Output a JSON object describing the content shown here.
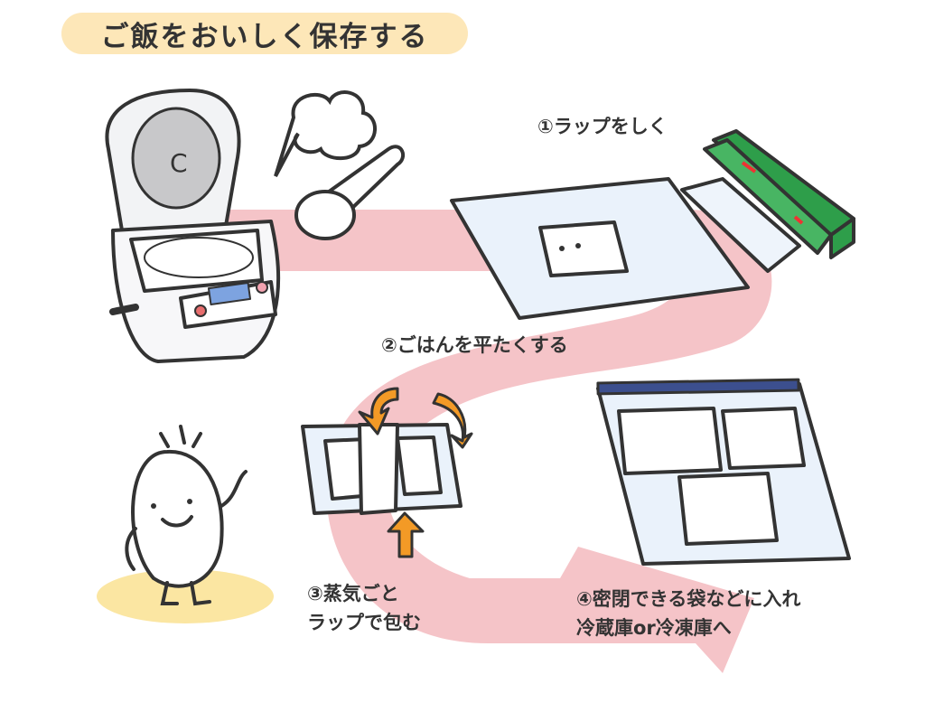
{
  "title": "ご飯をおいしく保存する",
  "steps": [
    {
      "label": "①ラップをしく"
    },
    {
      "label": "②ごはんを平たくする"
    },
    {
      "lines": [
        "③蒸気ごと",
        "ラップで包む"
      ]
    },
    {
      "lines": [
        "④密閉できる袋などに入れ",
        "冷蔵庫or冷凍庫へ"
      ]
    }
  ],
  "colors": {
    "flow_arrow": "#f5c4c8",
    "title_bg": "#fde7b8",
    "fold_arrow": "#f39a26",
    "wrap_box": "#2e9e4a",
    "character_shadow": "#fbe6a2",
    "bag_zipper": "#3c4f8e"
  }
}
